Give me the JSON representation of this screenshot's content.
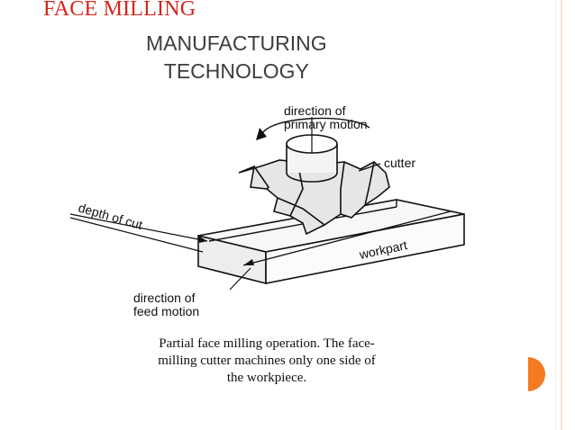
{
  "slide": {
    "title": "FACE MILLING",
    "subtitle_line1": "MANUFACTURING",
    "subtitle_line2": "TECHNOLOGY"
  },
  "figure": {
    "label_primary_motion_1": "direction of",
    "label_primary_motion_2": "primary motion",
    "label_cutter": "cutter",
    "label_depth": "depth of cut",
    "label_workpart": "workpart",
    "label_feed_1": "direction of",
    "label_feed_2": "feed motion"
  },
  "caption": {
    "line1": "Partial face milling operation. The face-",
    "line2": "milling cutter machines only one side of",
    "line3": "the workpiece."
  },
  "colors": {
    "title": "#d4261c",
    "accent": "#f47b20",
    "border": "#f6e3d6"
  }
}
